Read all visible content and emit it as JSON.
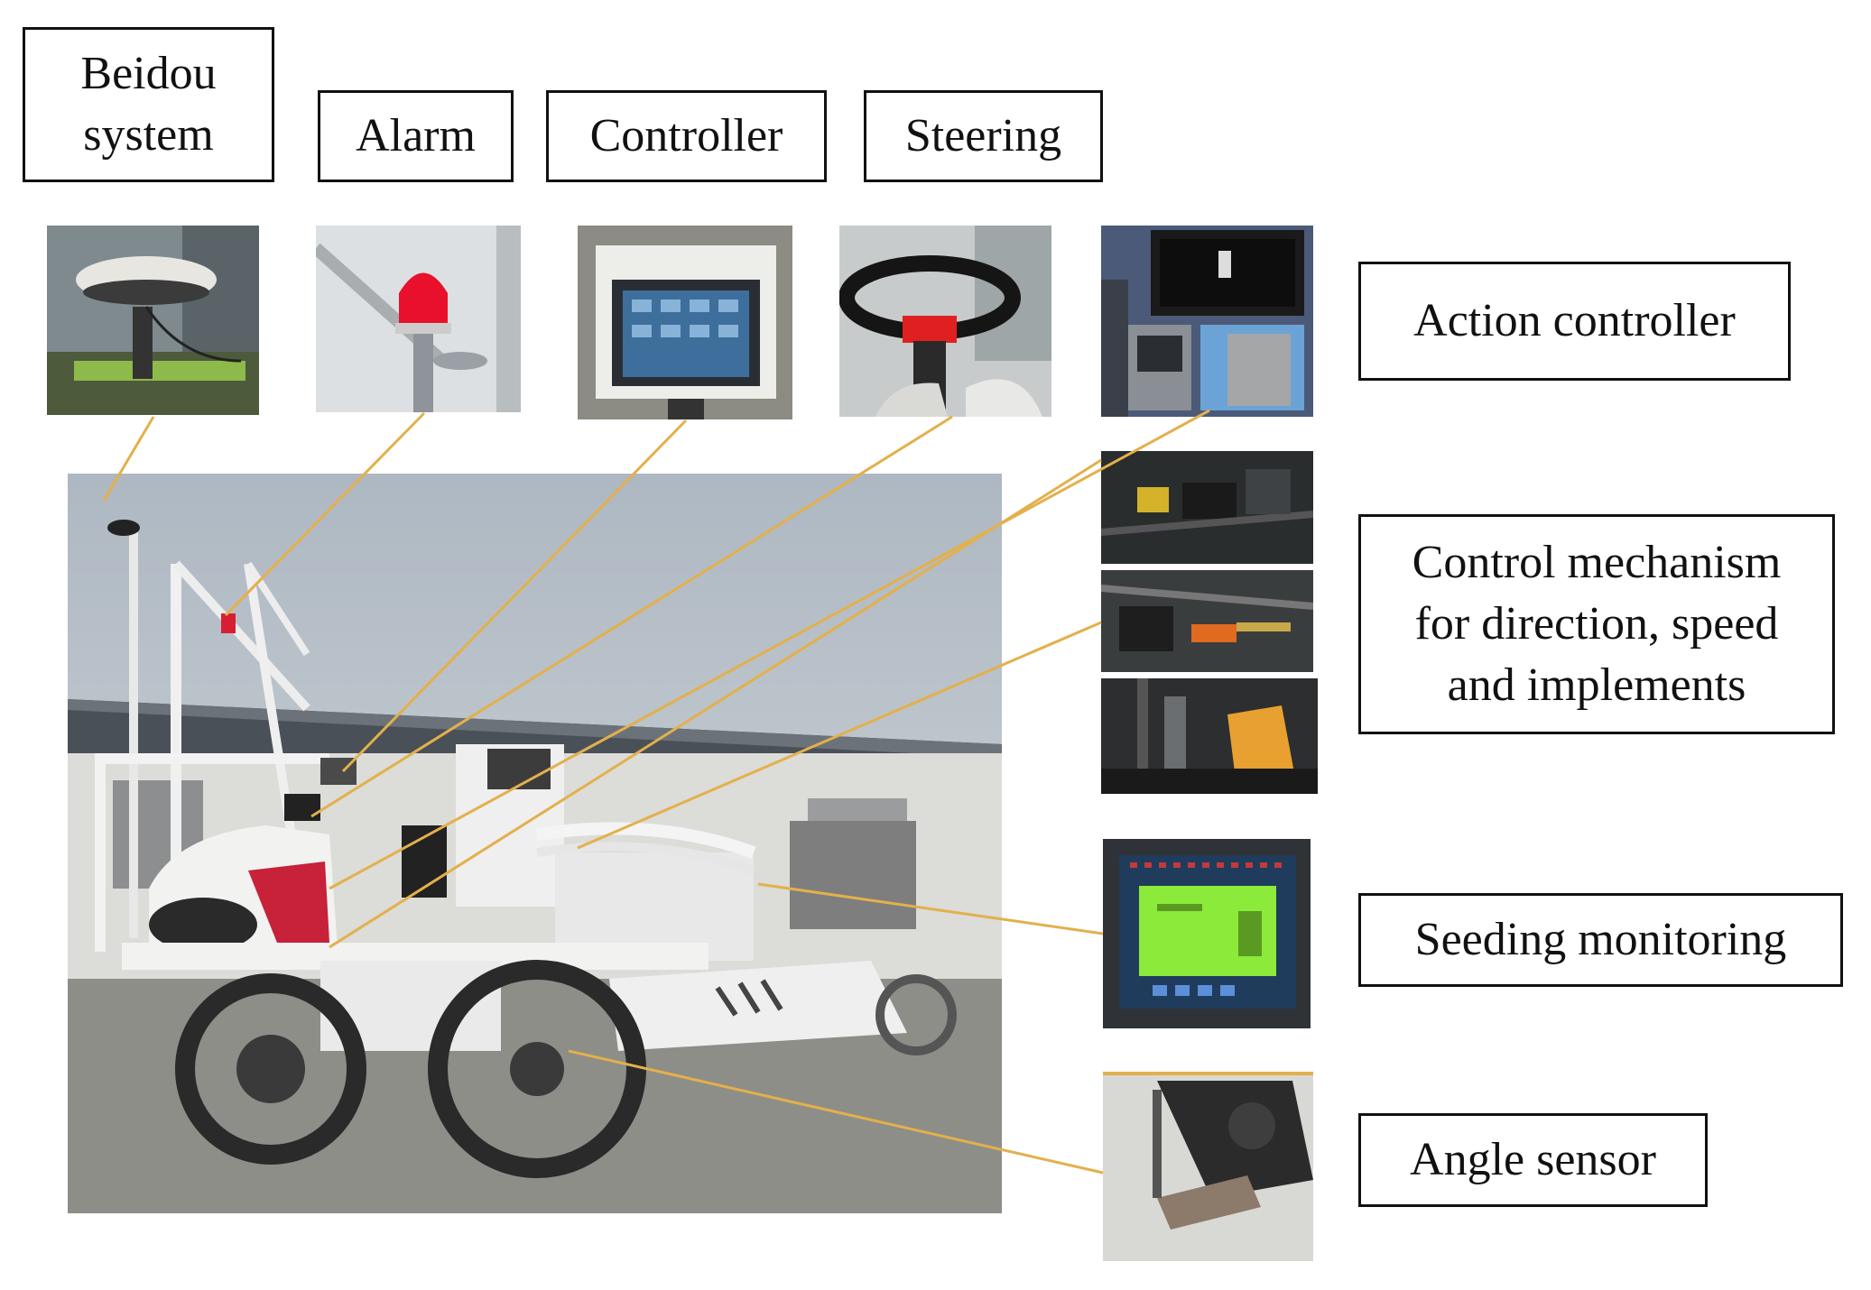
{
  "colors": {
    "leader": "#E3B04B",
    "sky": "#C9D0D6",
    "ground": "#8E8E88",
    "building": "#DCDCD8",
    "roof": "#4A5058",
    "machine": "#EEEEEE",
    "accent_red": "#C8213A",
    "screen_green": "#8BEA3A",
    "screen_blue": "#3E78B8"
  },
  "labels": {
    "beidou": "Beidou\nsystem",
    "alarm": "Alarm",
    "controller": "Controller",
    "steering": "Steering",
    "action_controller": "Action controller",
    "control_mechanism": "Control mechanism\nfor direction, speed\nand implements",
    "seeding_monitoring": "Seeding monitoring",
    "angle_sensor": "Angle sensor"
  },
  "photos": {
    "beidou": "beidou-antenna-photo",
    "alarm": "alarm-beacon-photo",
    "controller": "controller-display-photo",
    "steering": "steering-wheel-photo",
    "action_controller": "action-controller-photo",
    "control_mechanism": "control-mechanism-photos",
    "seeding_monitoring": "seeding-monitor-photo",
    "angle_sensor": "angle-sensor-photo",
    "main": "seeder-machine-photo"
  }
}
